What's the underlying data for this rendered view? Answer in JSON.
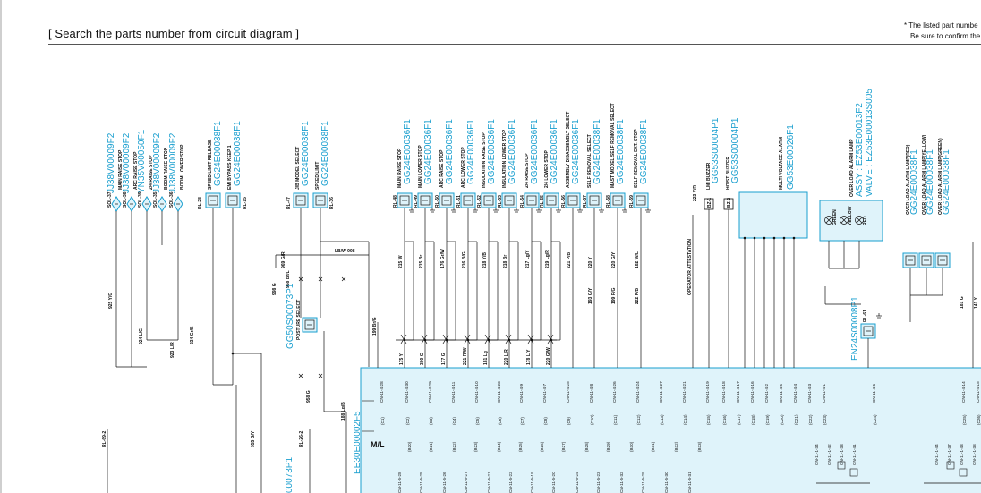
{
  "page": {
    "title": "[ Search the parts number from circuit diagram ]",
    "note_line1": "* The listed part numbe",
    "note_line2": "Be sure to confirm the"
  },
  "colors": {
    "part_number": "#1a9fcf",
    "ecu_fill": "#dff3fa",
    "ecu_border": "#1a9fcf",
    "wire": "#111111"
  },
  "ecu": {
    "part_number": "EE30E00002F5"
  },
  "switch_group_a": [
    {
      "part_number": "JJ38V00009F2",
      "label": "MAIN RAISE STOP",
      "ref": "SOL-37"
    },
    {
      "part_number": "JJ38V00009F2",
      "label": "ARC RAISE STOP",
      "ref": "SOL-38"
    },
    {
      "part_number": "YN35V00050F1",
      "label": "2/4 RAISE STOP",
      "ref": "SOL-39"
    },
    {
      "part_number": "JJ38V00009F2",
      "label": "BOOM RAISE STOP",
      "ref": "SOL-35"
    },
    {
      "part_number": "JJ38V00009F2",
      "label": "BOOM LOWER STOP",
      "ref": "SOL-36"
    }
  ],
  "switch_group_b": [
    {
      "part_number": "GG24E00038F1",
      "label": "SPEED LIMIT RELEASE",
      "ref": "RL-28"
    },
    {
      "part_number": "GG24E00038F1",
      "label": "EMI BYPASS KEEP 1",
      "ref": "RL-15"
    }
  ],
  "switch_group_c": [
    {
      "part_number": "GG24E00038F1",
      "label": "J/B MODEL SELECT",
      "ref": "RL-47"
    },
    {
      "part_number": "GG24E00038F1",
      "label": "SPEED LIMIT",
      "ref": "RL-36"
    }
  ],
  "switch_group_d": [
    {
      "part_number": "GG24E00036F1",
      "label": "MAIN RAISE STOP",
      "ref": "RL-48"
    },
    {
      "part_number": "GG24E00036F1",
      "label": "MAIN LOWER STOP",
      "ref": "RL-49"
    },
    {
      "part_number": "GG24E00036F1",
      "label": "ARC RAISE STOP",
      "ref": "RL-50"
    },
    {
      "part_number": "GG24E00036F1",
      "label": "ARC LOWER STOP",
      "ref": "RL-51"
    },
    {
      "part_number": "GG24E00036F1",
      "label": "INSULATION RAISE STOP",
      "ref": "RL-52"
    },
    {
      "part_number": "GG24E00036F1",
      "label": "INSULATION LOWER STOP",
      "ref": "RL-53"
    },
    {
      "part_number": "GG24E00036F1",
      "label": "2/4 RAISE STOP",
      "ref": "RL-54"
    },
    {
      "part_number": "GG24E00036F1",
      "label": "2/4 LOWER STOP",
      "ref": "RL-55"
    },
    {
      "part_number": "GG24E00036F1",
      "label": "ASSEMBLY DISASSEMBLY SELECT",
      "ref": "RL-56"
    },
    {
      "part_number": "GG24E00038F1",
      "label": "SELF REMOVAL SELECT",
      "ref": "RL-57"
    },
    {
      "part_number": "GG24E00038F1",
      "label": "MAST MODEL SELF REMOVAL SELECT",
      "ref": "RL-58"
    },
    {
      "part_number": "GG24E00038F1",
      "label": "SELF REMOVAL EXT. STOP",
      "ref": "RL-59"
    }
  ],
  "buzzer_group": [
    {
      "part_number": "GG53S00004P1",
      "label": "LMI BUZZER",
      "ref": "BZ-1"
    },
    {
      "part_number": "GG53S00004P1",
      "label": "HOIST BUZZER",
      "ref": "BZ-2"
    }
  ],
  "alarm": {
    "part_number": "GG53E00026F1",
    "label": "MULTI VOLTAGE ALARM"
  },
  "alarm_lamp": {
    "assy": "ASSY : EZ53E00013F2",
    "valve": "VALVE : EZ53E00013S005",
    "label": "OVER LOAD ALARM LAMP",
    "lamps": [
      "GREEN",
      "YELLOW",
      "RED"
    ]
  },
  "overload_relays": [
    {
      "part_number": "GG24E00038F1",
      "label": "OVER LOAD ALARM LAMP(RED)"
    },
    {
      "part_number": "GG24E00038F1",
      "label": "OVER LOAD ALARM LAMP(YELLOW)"
    },
    {
      "part_number": "GG24E00038F1",
      "label": "OVER LOAD ALARM LAMP(GREEN)"
    }
  ],
  "posture_switch": {
    "part_number": "GG50S00073P1",
    "label": "POSTURE SELECT"
  },
  "side_relay": {
    "part_number": "EN24S00008P1",
    "ref": "RL-61"
  },
  "bottom_switch": {
    "part_number": "00073P1"
  },
  "wire_labels": {
    "main": [
      "215 W",
      "215 Br",
      "176 Gr/W",
      "216 B/G",
      "218 Y/B",
      "218 Br",
      "217 Lg/Y",
      "219 Lg/R",
      "221 P/B",
      "220 Y",
      "220 G/Y",
      "182 W/L",
      "193 G/Y",
      "199 P/G",
      "222 P/B"
    ],
    "ecu_top": [
      "175 Y",
      "300 G",
      "177 G",
      "221 R/W",
      "181 Lg",
      "220 L/R",
      "178 L/Y",
      "220 G/W"
    ],
    "misc": [
      "925 Y/G",
      "924 L/G",
      "923 L/R",
      "234 Gr/B",
      "958 G",
      "968 Br/L",
      "969 G/R",
      "970 L/B",
      "199 Br/G",
      "998 G",
      "LB/W 998"
    ]
  },
  "connector_pins_top": [
    "CN-11-4-28",
    "CN-11-4-30",
    "CN-11-4-29",
    "CN-11-4-11",
    "CN-11-4-10",
    "CN-11-4-23",
    "CN-11-4-9",
    "CN-11-4-7",
    "CN-11-4-25",
    "CN-11-4-8",
    "CN-11-4-26",
    "CN-11-4-24",
    "CN-11-4-27",
    "CN-11-4-21",
    "CN-11-4-19",
    "CN-11-4-18",
    "CN-11-4-17",
    "CN-11-4-16",
    "CN-11-4-2",
    "CN-11-4-5",
    "CN-11-4-4",
    "CN-11-4-3",
    "CN-11-4-1",
    "CN-11-4-6",
    "CN-11-4-14",
    "CN-11-4-15"
  ],
  "connector_pins_bottom": [
    "CN-11-5-28",
    "CN-11-5-25",
    "CN-11-5-26",
    "CN-11-5-27",
    "CN-11-5-21",
    "CN-11-5-22",
    "CN-11-5-19",
    "CN-11-5-20",
    "CN-11-5-24",
    "CN-11-5-23",
    "CN-11-5-32",
    "CN-11-5-29",
    "CN-11-5-30",
    "CN-11-5-31"
  ],
  "connector_pins_right": [
    "CN-11-1-34",
    "CN-11-1-42",
    "CN-11-1-33",
    "CN-11-1-41",
    "CN-11-1-44",
    "CN-11-1-37",
    "CN-11-1-43",
    "CN-11-1-38"
  ]
}
